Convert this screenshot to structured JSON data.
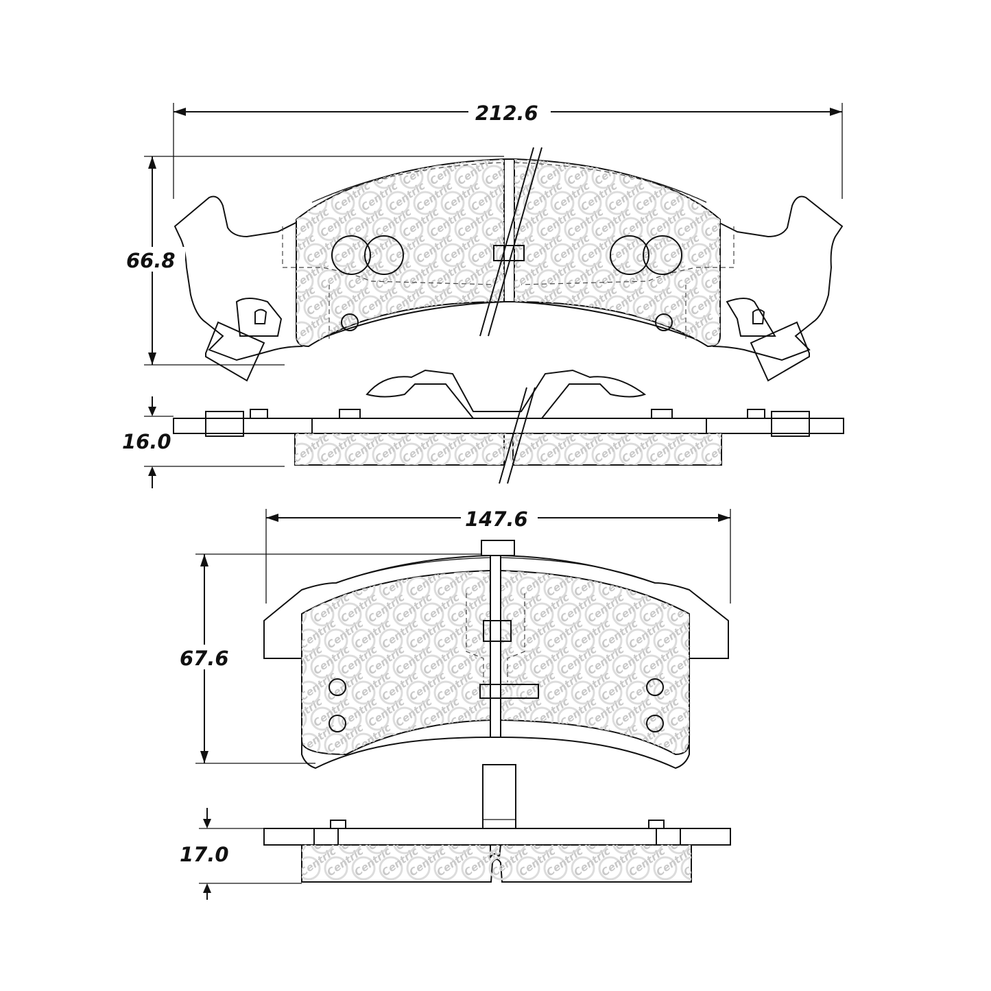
{
  "brand_watermark": "Centric",
  "dimensions": {
    "pad1_width": "212.6",
    "pad1_height": "66.8",
    "pad1_thickness": "16.0",
    "pad2_width": "147.6",
    "pad2_height": "67.6",
    "pad2_thickness": "17.0"
  },
  "colors": {
    "line": "#111111",
    "watermark": "#c9c9c9",
    "background": "#ffffff"
  }
}
